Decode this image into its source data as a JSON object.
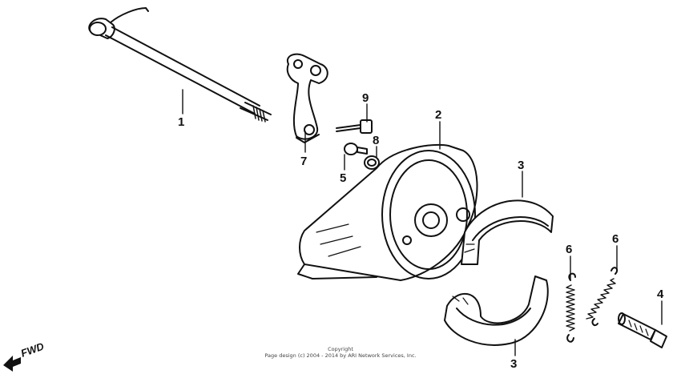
{
  "diagram": {
    "parts": [
      {
        "id": "axle",
        "callout": "1"
      },
      {
        "id": "brake-panel",
        "callout": "2"
      },
      {
        "id": "brake-shoe-upper",
        "callout": "3"
      },
      {
        "id": "brake-shoe-lower",
        "callout": "3"
      },
      {
        "id": "cam-pin",
        "callout": "4"
      },
      {
        "id": "washer",
        "callout": "5"
      },
      {
        "id": "spring-left",
        "callout": "6"
      },
      {
        "id": "spring-right",
        "callout": "6"
      },
      {
        "id": "brake-arm",
        "callout": "7"
      },
      {
        "id": "seal",
        "callout": "8"
      },
      {
        "id": "bolt",
        "callout": "9"
      }
    ],
    "direction_label": "FWD",
    "copyright_line1": "Copyright",
    "copyright_line2": "Page design (c) 2004 - 2014 by ARI Network Services, Inc."
  }
}
